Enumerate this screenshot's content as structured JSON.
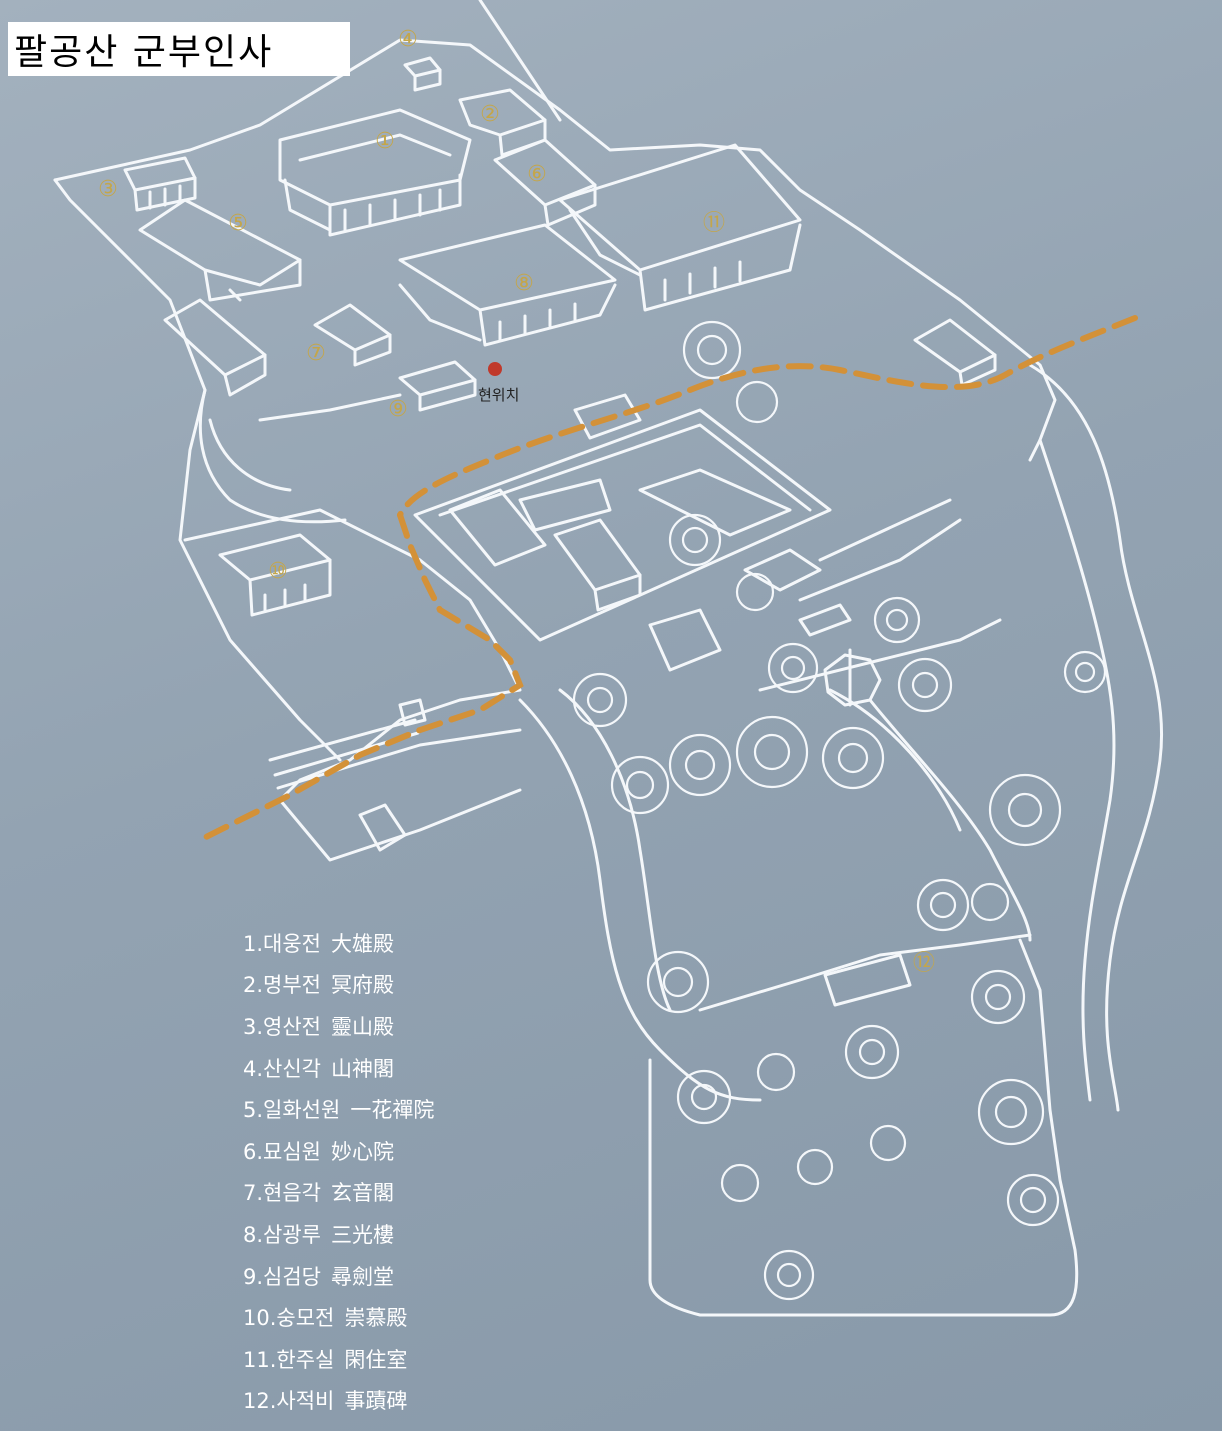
{
  "map": {
    "title": "팔공산 군부인사",
    "current_location_label": "현위치",
    "colors": {
      "line": "#f4f7fa",
      "marker": "#c4a64a",
      "path": "#d39138",
      "current_location": "#c0392b"
    },
    "markers": [
      "①",
      "②",
      "③",
      "④",
      "⑤",
      "⑥",
      "⑦",
      "⑧",
      "⑨",
      "⑩",
      "⑪",
      "⑫"
    ],
    "legend": [
      {
        "name": "1.대웅전",
        "hanja": "大雄殿"
      },
      {
        "name": "2.명부전",
        "hanja": "冥府殿"
      },
      {
        "name": "3.영산전",
        "hanja": "靈山殿"
      },
      {
        "name": "4.산신각",
        "hanja": "山神閣"
      },
      {
        "name": "5.일화선원",
        "hanja": "一花禪院"
      },
      {
        "name": "6.묘심원",
        "hanja": "妙心院"
      },
      {
        "name": "7.현음각",
        "hanja": "玄音閣"
      },
      {
        "name": "8.삼광루",
        "hanja": "三光樓"
      },
      {
        "name": "9.심검당",
        "hanja": "尋劍堂"
      },
      {
        "name": "10.숭모전",
        "hanja": "崇慕殿"
      },
      {
        "name": "11.한주실",
        "hanja": "閑住室"
      },
      {
        "name": "12.사적비",
        "hanja": "事蹟碑"
      }
    ]
  }
}
